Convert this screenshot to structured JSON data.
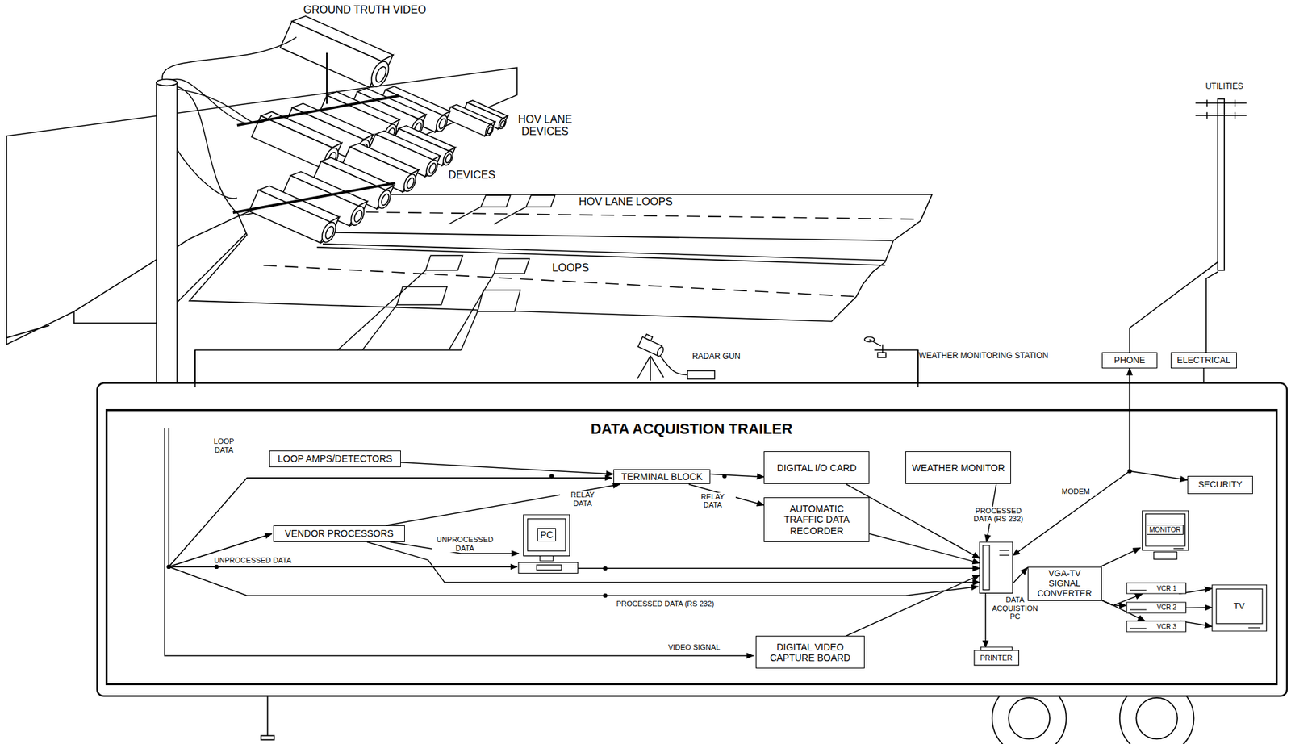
{
  "diagram": {
    "title": "DATA ACQUISTION TRAILER",
    "nodes": [
      {
        "text": [
          "DATA ACQUISTION TRAILER"
        ]
      },
      {
        "text": [
          "LOOP AMPS/DETECTORS"
        ],
        "in": 0
      },
      {
        "text": [
          "TERMINAL BLOCK"
        ],
        "in": 0
      },
      {
        "text": [
          "DIGITAL I/O CARD"
        ],
        "in": 0
      },
      {
        "text": [
          "AUTOMATIC TRAFFIC DATA RECORDER"
        ],
        "in": 0
      },
      {
        "text": [
          "WEATHER MONITOR"
        ],
        "in": 0
      },
      {
        "text": [
          "VENDOR PROCESSORS"
        ],
        "in": 0
      },
      {
        "text": [
          "PC"
        ],
        "in": 0
      },
      {
        "text": [
          "DATA ACQUISTION PC"
        ],
        "in": 0
      },
      {
        "text": [
          "VGA-TV SIGNAL CONVERTER"
        ],
        "in": 0
      },
      {
        "text": [
          "MONITOR"
        ],
        "in": 0
      },
      {
        "text": [
          "VCR 1"
        ],
        "in": 0
      },
      {
        "text": [
          "VCR 2"
        ],
        "in": 0
      },
      {
        "text": [
          "VCR 3"
        ],
        "in": 0
      },
      {
        "text": [
          "TV"
        ],
        "in": 0
      },
      {
        "text": [
          "PRINTER"
        ],
        "in": 0
      },
      {
        "text": [
          "SECURITY"
        ],
        "in": 0
      },
      {
        "text": [
          "DIGITAL VIDEO CAPTURE BOARD"
        ],
        "in": 0
      },
      {
        "text": [
          "PHONE"
        ]
      },
      {
        "text": [
          "ELECTRICAL"
        ]
      }
    ],
    "edges": [
      {
        "from": 1,
        "to": 2,
        "arrow": "to"
      },
      {
        "from": 6,
        "to": 2,
        "arrow": "to",
        "label": "RELAY DATA"
      },
      {
        "from": 2,
        "to": 3,
        "arrow": "to"
      },
      {
        "from": 2,
        "to": 4,
        "arrow": "to",
        "label": "RELAY DATA"
      },
      {
        "from": 6,
        "to": 7,
        "arrow": "to",
        "label": "UNPROCESSED DATA"
      },
      {
        "from": 6,
        "to": 8,
        "arrow": "to"
      },
      {
        "from": 7,
        "to": 8,
        "arrow": "to"
      },
      {
        "from": 3,
        "to": 8,
        "arrow": "to"
      },
      {
        "from": 4,
        "to": 8,
        "arrow": "to"
      },
      {
        "from": 5,
        "to": 8,
        "arrow": "to",
        "label": "PROCESSED DATA (RS 232)"
      },
      {
        "from": 17,
        "to": 8,
        "arrow": "to"
      },
      {
        "from": 18,
        "to": 8,
        "arrow": "both",
        "label": "MODEM"
      },
      {
        "from": 18,
        "to": 16,
        "arrow": "to"
      },
      {
        "from": 8,
        "to": 9,
        "arrow": "to"
      },
      {
        "from": 8,
        "to": 15,
        "arrow": "to"
      },
      {
        "from": 9,
        "to": 10,
        "arrow": "to"
      },
      {
        "from": 9,
        "to": 11,
        "arrow": "to"
      },
      {
        "from": 9,
        "to": 12,
        "arrow": "to"
      },
      {
        "from": 9,
        "to": 13,
        "arrow": "to"
      },
      {
        "from": 11,
        "to": 14,
        "arrow": "to"
      },
      {
        "from": 12,
        "to": 14,
        "arrow": "to"
      },
      {
        "from": 13,
        "to": 14,
        "arrow": "to"
      }
    ],
    "labels": [
      "GROUND TRUTH VIDEO",
      "HOV LANE DEVICES",
      "DEVICES",
      "HOV LANE LOOPS",
      "LOOPS",
      "RADAR GUN",
      "WEATHER MONITORING STATION",
      "UTILITIES",
      "LOOP DATA",
      "UNPROCESSED DATA",
      "PROCESSED DATA (RS 232)",
      "VIDEO SIGNAL"
    ]
  }
}
